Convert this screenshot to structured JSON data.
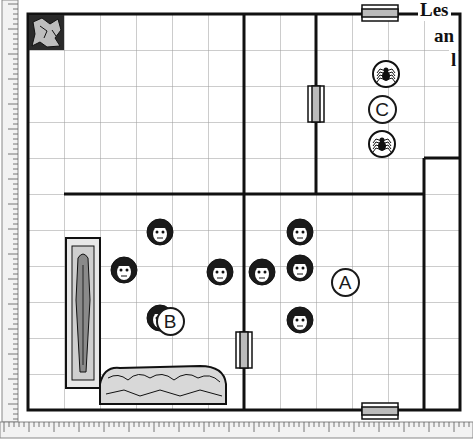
{
  "diagram": {
    "nodes": [
      {
        "text": [
          "C"
        ]
      },
      {
        "text": [
          "A"
        ]
      },
      {
        "text": [
          "B"
        ]
      }
    ],
    "labels": [
      "Les",
      "an",
      "l"
    ]
  }
}
